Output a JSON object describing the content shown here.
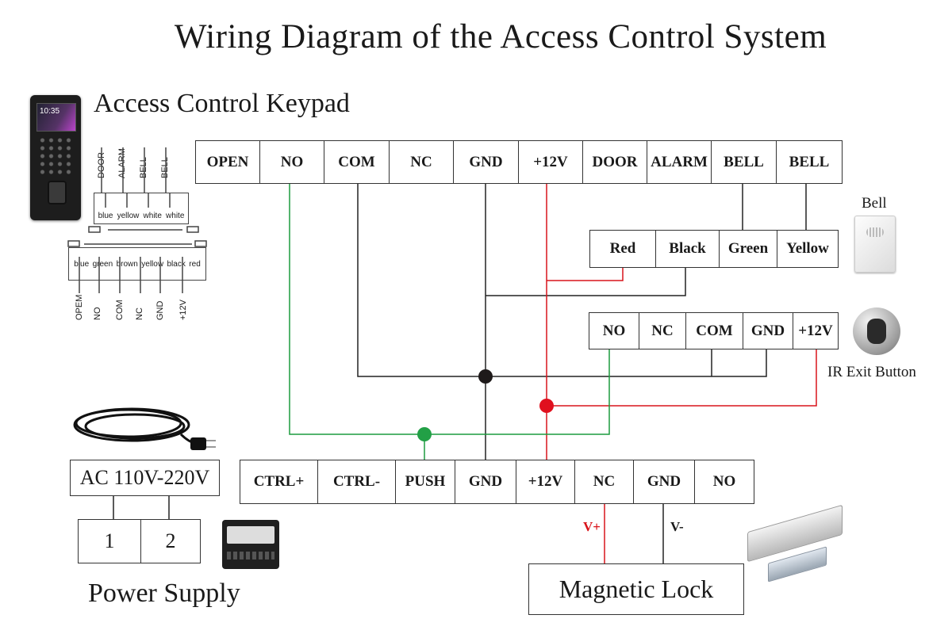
{
  "title": "Wiring Diagram of the Access Control System",
  "keypad": {
    "title": "Access Control Keypad",
    "screen_time": "10:35",
    "top_labels": [
      "DOOR",
      "ALARM",
      "BELL",
      "BELL"
    ],
    "top_colors": [
      "blue",
      "yellow",
      "white",
      "white"
    ],
    "bottom_colors": [
      "blue",
      "green",
      "brown",
      "yellow",
      "black",
      "red"
    ],
    "bottom_labels": [
      "OPEM",
      "NO",
      "COM",
      "NC",
      "GND",
      "+12V"
    ]
  },
  "controller_terminals": [
    "OPEN",
    "NO",
    "COM",
    "NC",
    "GND",
    "+12V",
    "DOOR",
    "ALARM",
    "BELL",
    "BELL"
  ],
  "bell": {
    "label": "Bell",
    "terminals": [
      "Red",
      "Black",
      "Green",
      "Yellow"
    ]
  },
  "exit_button": {
    "label": "IR Exit Button",
    "terminals": [
      "NO",
      "NC",
      "COM",
      "GND",
      "+12V"
    ]
  },
  "power_terminals": [
    "CTRL+",
    "CTRL-",
    "PUSH",
    "GND",
    "+12V",
    "NC",
    "GND",
    "NO"
  ],
  "power_supply": {
    "ac_label": "AC 110V-220V",
    "inputs": [
      "1",
      "2"
    ],
    "label": "Power Supply"
  },
  "lock": {
    "label": "Magnetic Lock",
    "vplus": "V+",
    "vminus": "V-"
  },
  "colors": {
    "red_wire": "#d9141b",
    "green_wire": "#1c9b3f",
    "black_wire": "#222222"
  }
}
